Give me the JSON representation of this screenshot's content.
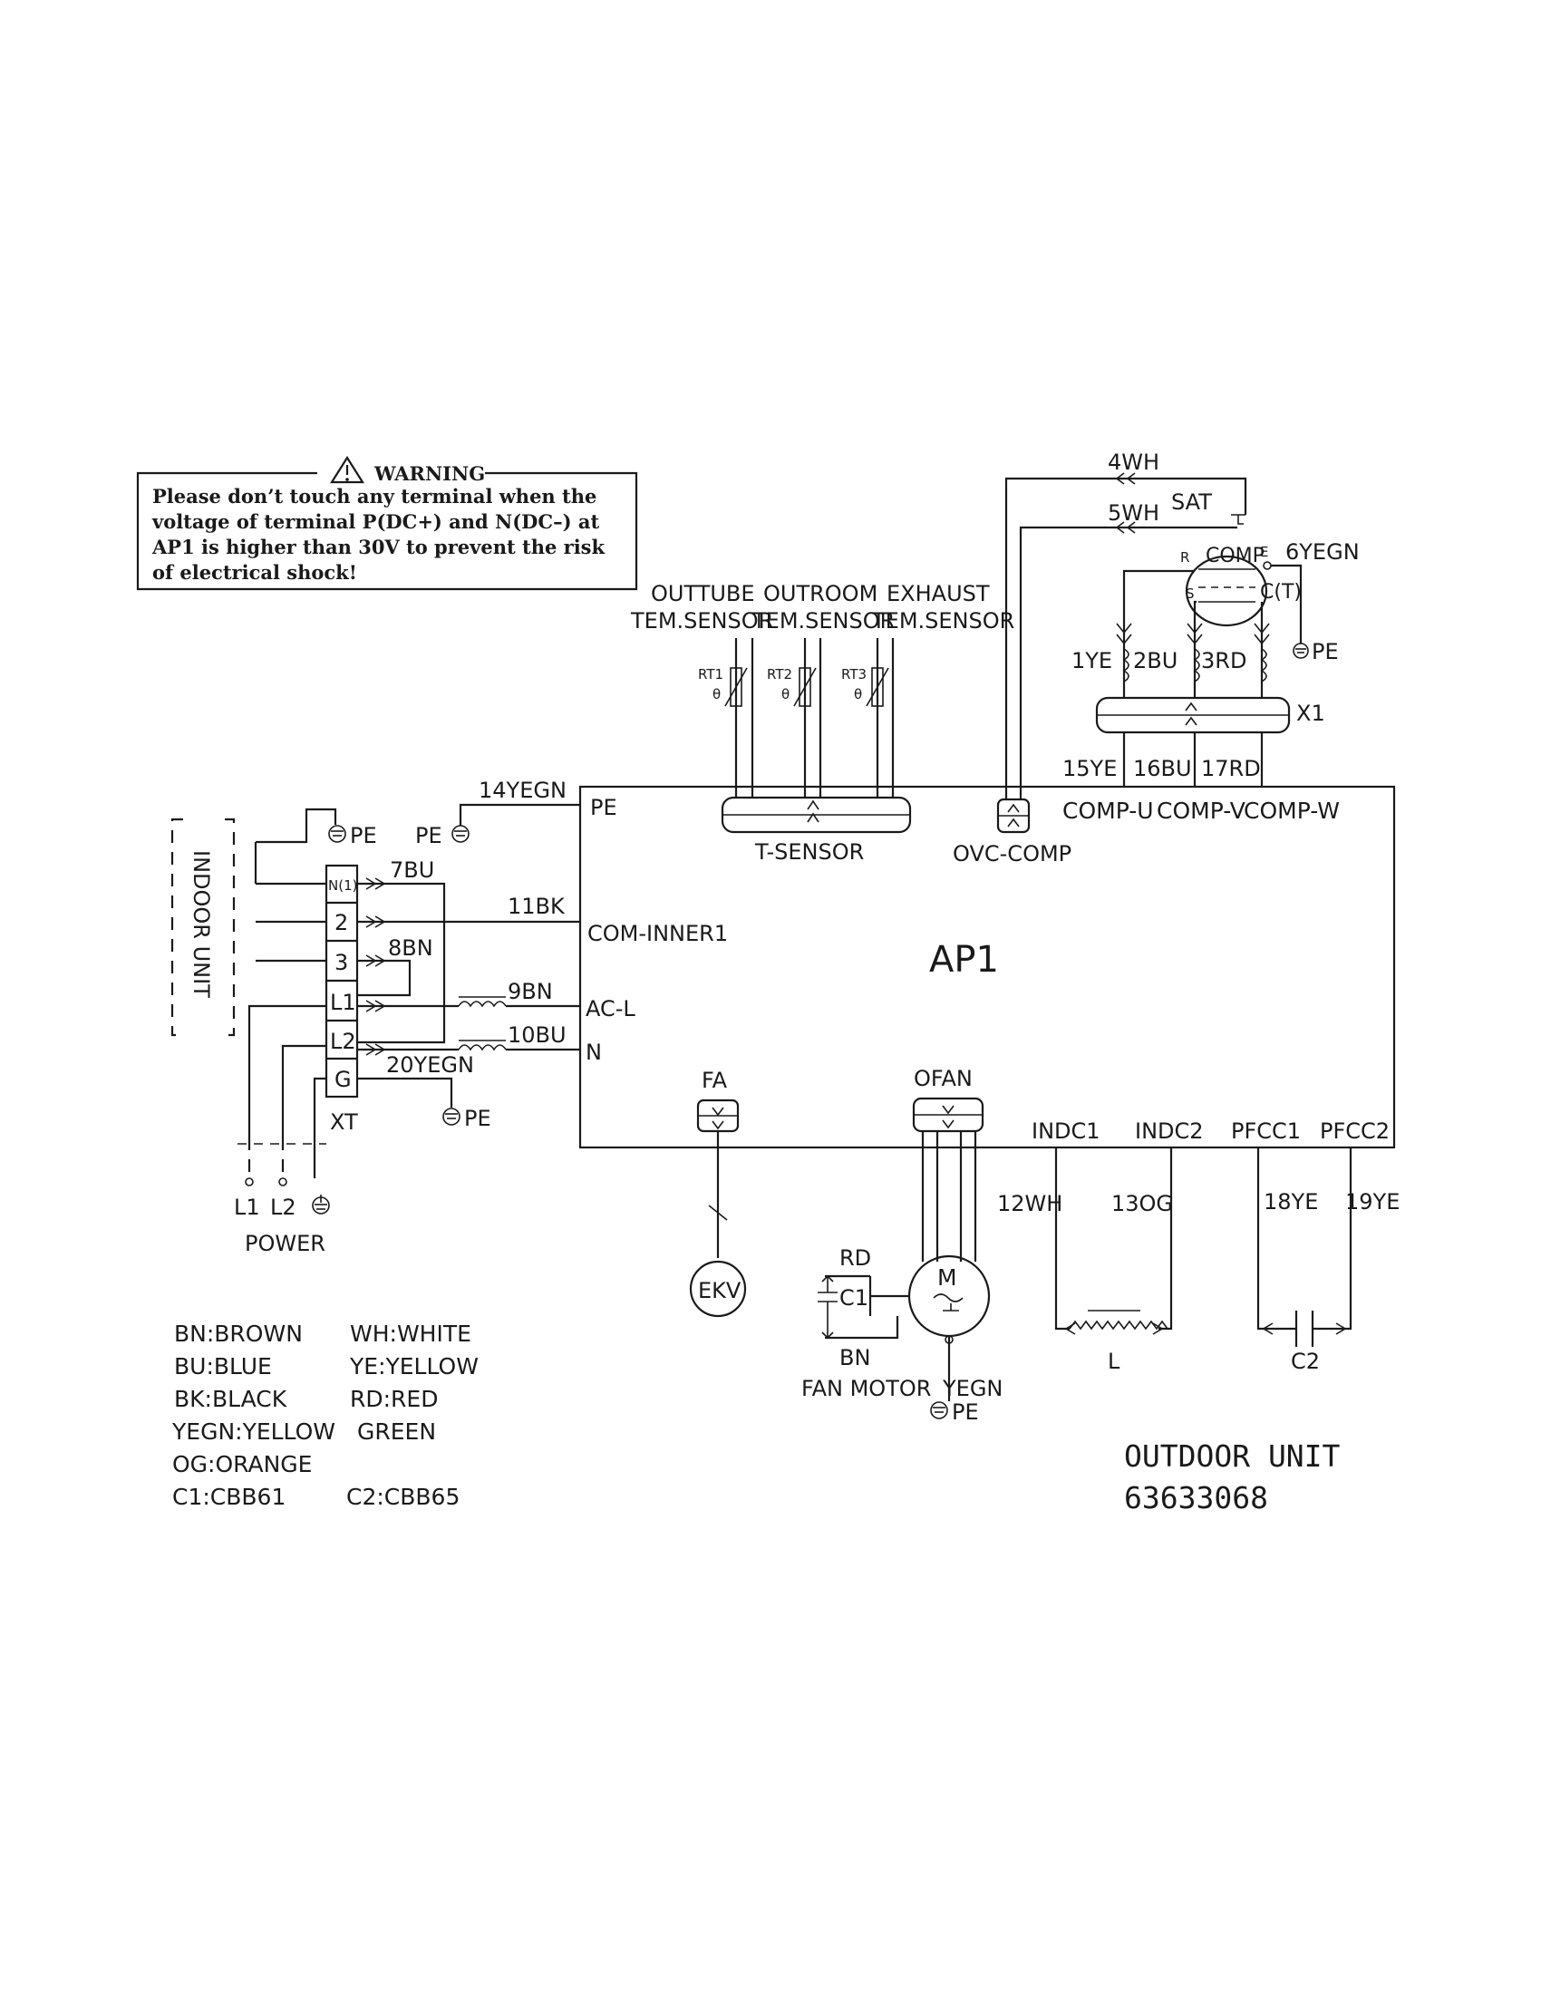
{
  "warning": {
    "title": "WARNING",
    "lines": [
      "Please don’t touch any terminal when the",
      "voltage of terminal P(DC+) and N(DC–) at",
      "AP1 is higher than 30V to prevent the risk",
      "of electrical shock!"
    ]
  },
  "sensors": {
    "outtube": [
      "OUTTUBE",
      "TEM.SENSOR"
    ],
    "outroom": [
      "OUTROOM",
      "TEM.SENSOR"
    ],
    "exhaust": [
      "EXHAUST",
      "TEM.SENSOR"
    ],
    "rt1": "RT1",
    "rt2": "RT2",
    "rt3": "RT3",
    "theta": "θ",
    "connector": "T-SENSOR"
  },
  "compressor": {
    "label": "COMP",
    "wire_4": "4WH",
    "wire_5": "5WH",
    "sat": "SAT",
    "ground_wire": "6YEGN",
    "r": "R",
    "s": "S",
    "e": "E",
    "ct": "C(T)",
    "pe": "PE",
    "w1": "1YE",
    "w2": "2BU",
    "w3": "3RD",
    "x1": "X1",
    "w15": "15YE",
    "w16": "16BU",
    "w17": "17RD",
    "ovc": "OVC-COMP"
  },
  "ap1": {
    "label": "AP1",
    "pe": "PE",
    "com_inner": "COM-INNER1",
    "acl": "AC-L",
    "n": "N",
    "comp_u": "COMP-U",
    "comp_v": "COMP-V",
    "comp_w": "COMP-W",
    "fa": "FA",
    "ofan": "OFAN",
    "indc1": "INDC1",
    "indc2": "INDC2",
    "pfcc1": "PFCC1",
    "pfcc2": "PFCC2"
  },
  "wires": {
    "w14": "14YEGN",
    "w7": "7BU",
    "w11": "11BK",
    "w8": "8BN",
    "w9": "9BN",
    "w10": "10BU",
    "w20": "20YEGN",
    "w12": "12WH",
    "w13": "13OG",
    "w18": "18YE",
    "w19": "19YE"
  },
  "terminal": {
    "labels": [
      "N(1)",
      "2",
      "3",
      "L1",
      "L2",
      "G"
    ],
    "name": "XT",
    "indoor": "INDOOR UNIT",
    "pe": "PE"
  },
  "power": {
    "l1": "L1",
    "l2": "L2",
    "label": "POWER"
  },
  "fan": {
    "ekv": "EKV",
    "m": "M",
    "rd": "RD",
    "bn": "BN",
    "c1": "C1",
    "label": "FAN MOTOR",
    "yegn": "YEGN",
    "pe": "PE"
  },
  "passives": {
    "l": "L",
    "c2": "C2"
  },
  "legend": [
    [
      "BN:BROWN",
      "WH:WHITE"
    ],
    [
      "BU:BLUE",
      "YE:YELLOW"
    ],
    [
      "BK:BLACK",
      "RD:RED"
    ],
    [
      "YEGN:YELLOW",
      "GREEN"
    ],
    [
      "OG:ORANGE",
      ""
    ],
    [
      "C1:CBB61",
      "C2:CBB65"
    ]
  ],
  "footer": {
    "title": "OUTDOOR UNIT",
    "code": "63633068"
  }
}
